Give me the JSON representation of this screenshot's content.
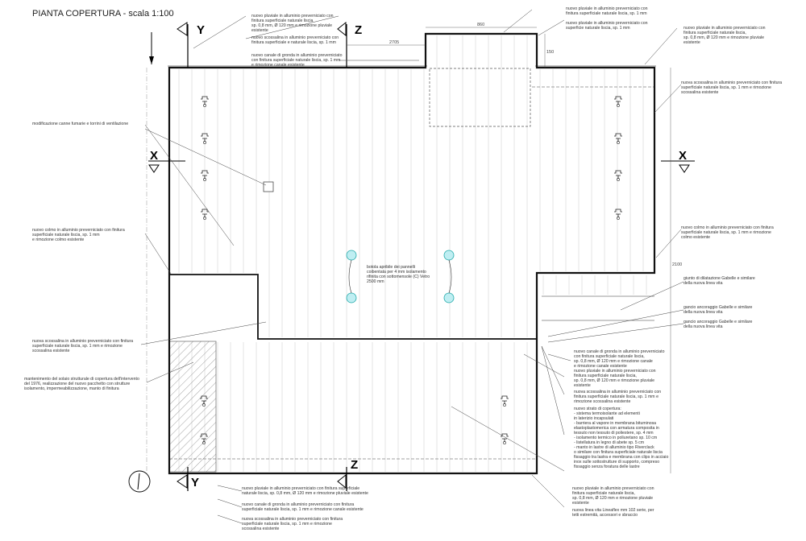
{
  "title": "PIANTA COPERTURA - scala 1:100",
  "sections": {
    "y": "Y",
    "z": "Z",
    "x": "X"
  },
  "dimensions": {
    "d1": "2705",
    "d2": "860",
    "d3": "150",
    "d4": "2100"
  },
  "notes": {
    "n1": [
      "nuovo pluviale in alluminio preverniciato con",
      "finitura superficiale naturale liscia",
      "sp. 0,8 mm, Ø 120 mm e rimozione pluviale",
      "esistente"
    ],
    "n2": [
      "nuovo pluviale in alluminio preverniciato con",
      "finitura superficiale naturale liscia, sp. 1 mm"
    ],
    "n3": [
      "nuovo canale di gronda in alluminio preverniciato",
      "con finitura superficiale naturale liscia, sp. 1 mm",
      "e rimozione canale esistente"
    ],
    "n4": [
      "nuovo scossalina in alluminio preverniciato con",
      "finitura superficiale e naturale liscia, sp. 1 mm"
    ],
    "n5": [
      "nuovo pluviale in alluminio preverniciato con",
      "superficie naturale liscia, sp. 1 mm"
    ],
    "n6": [
      "nuovo pluviale in alluminio preverniciato con",
      "finitura superficiale naturale liscia,",
      "sp. 0,8 mm, Ø 120 mm e rimozione pluviale",
      "esistente"
    ],
    "n7": [
      "nuova scossalina in alluminio preverniciato con finitura",
      "superficiale naturale liscia, sp. 1 mm e rimozione",
      "scossalina esistente"
    ],
    "n8": [
      "modificazione canne fumarie e torrini di ventilazione"
    ],
    "n9": [
      "nuovo colmo in alluminio preverniciato con finitura",
      "superficiale naturale liscia, sp. 1 mm",
      "e rimozione colmo esistente"
    ],
    "n10": [
      "nuovo colmo in alluminio preverniciato con finitura",
      "superficiale naturale liscia, sp. 1 mm e rimozione",
      "colmo esistente"
    ],
    "n11": [
      "botola apribile dei pannelli",
      "coibentata per 4 mm isolamento",
      "rifinita con sottomensole (C) Vetro",
      "2500 mm"
    ],
    "n12": [
      "giunto di dilatazione Gabelle e similare",
      "della nuova linea vita"
    ],
    "n13": [
      "gancio ancoraggio Gabelle e similare",
      "della nuova linea vita"
    ],
    "n14": [
      "gancio ancoraggio Gabelle e similare",
      "della nuova linea vita"
    ],
    "n15": [
      "nuova scossalina in alluminio preverniciato con finitura",
      "superficiale naturale liscia, sp. 1 mm e rimozione",
      "scossalina esistente"
    ],
    "n16": [
      "mantenimento del solaio strutturale di copertura dell'intervento",
      "del 1976, realizzazione del nuovo pacchetto con strutture",
      "isolamento, impermeabilizzazione, manto di finitura"
    ],
    "n17": [
      "nuovo canale di gronda in alluminio preverniciato",
      "con finitura superficiale naturale liscia,",
      "sp. 0,8 mm, Ø 120 mm e rimozione canale",
      "e rimozione canale esistente"
    ],
    "n18": [
      "nuovo pluviale in alluminio preverniciato con",
      "finitura superficiale naturale liscia,",
      "sp. 0,8 mm, Ø 120 mm e rimozione pluviale",
      "esistente"
    ],
    "n19": [
      "nuova scossalina in alluminio preverniciato con",
      "finitura superficiale naturale liscia, sp. 1 mm e",
      "rimozione scossalina esistente"
    ],
    "n20": [
      "nuovo strato di copertura:",
      "- sistema termoisolante ad elementi",
      "  in laterizio incapsulati",
      "- barriera al vapore in membrana bituminosa",
      "  elastoplastomerica con armatura composita in",
      "  tessuto non tessuto di poliestere, sp. 4 mm",
      "- isolamento termico in poliuretano sp. 10 cm",
      "- listellatura in legno di abete sp. 5 cm",
      "- manto in lastre di alluminio tipo Riverclack",
      "  o similare con finitura superficiale naturale liscia",
      "  fissaggio tra lastra e membrana con clips in acciaio",
      "  inox sulle sottostrutture di supporto, compreso",
      "  fissaggio senza foratura delle lastre"
    ],
    "n21": [
      "nuovo pluviale in alluminio preverniciato con finitura superficiale",
      "naturale liscia, sp. 0,8 mm, Ø 120 mm e rimozione pluviale esistente"
    ],
    "n22": [
      "nuovo canale di gronda in alluminio preverniciato con finitura",
      "superficiale naturale liscia, sp. 1 mm e rimozione canale esistente"
    ],
    "n23": [
      "nuova scossalina in alluminio preverniciato con finitura",
      "superficiale naturale liscia, sp. 1 mm e rimozione",
      "scossalina esistente"
    ],
    "n24": [
      "nuovo pluviale in alluminio preverniciato con",
      "finitura superficiale naturale liscia,",
      "sp. 0,8 mm, Ø 120 mm e rimozione pluviale",
      "esistente"
    ],
    "n25": [
      "nuova linea vita Lineaflex mm 102 serie, per",
      "tetti estremità, accessori e sbraccio"
    ]
  }
}
